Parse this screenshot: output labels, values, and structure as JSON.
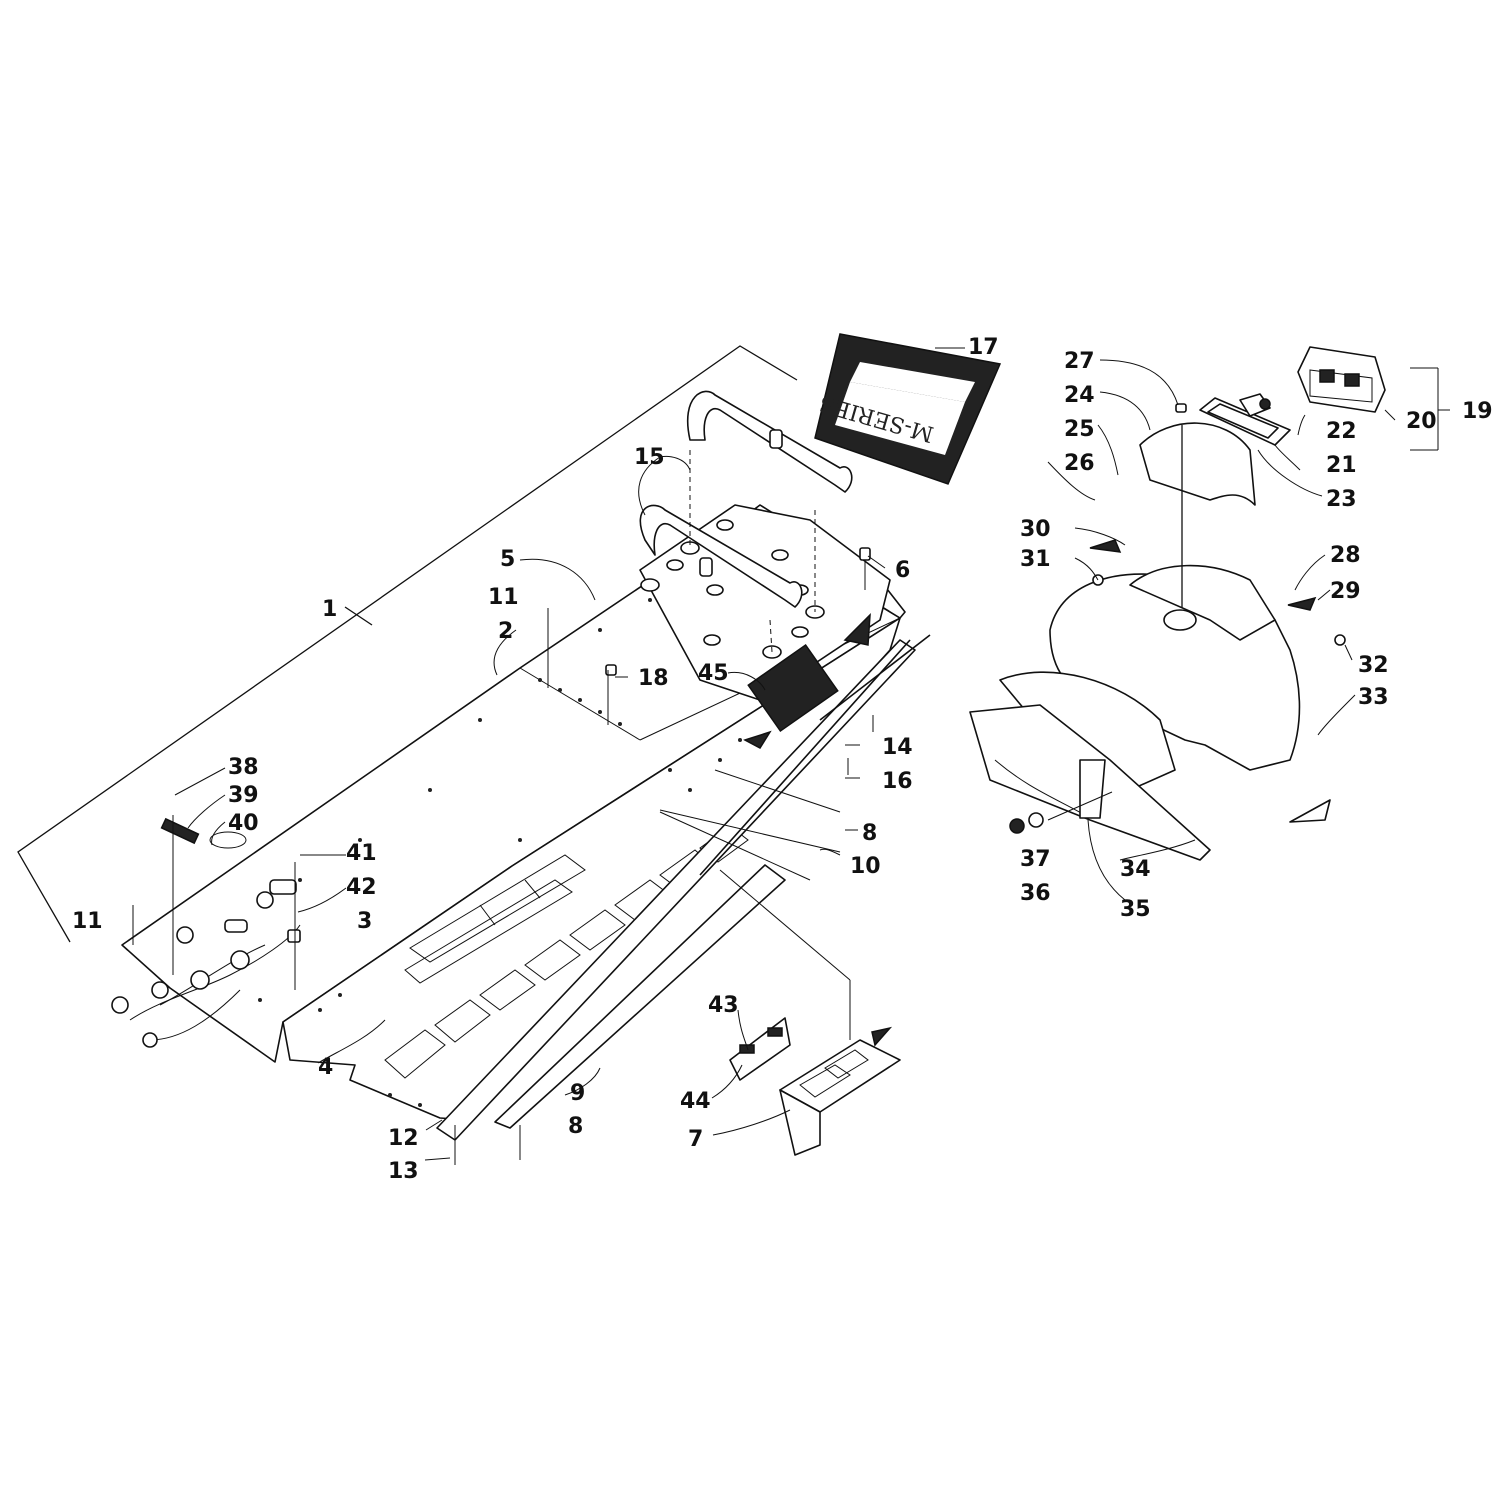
{
  "callouts": [
    "1",
    "2",
    "3",
    "4",
    "5",
    "6",
    "7",
    "8",
    "9",
    "10",
    "11",
    "12",
    "13",
    "14",
    "15",
    "16",
    "17",
    "18",
    "19",
    "20",
    "21",
    "22",
    "23",
    "24",
    "25",
    "26",
    "27",
    "28",
    "29",
    "30",
    "31",
    "32",
    "33",
    "34",
    "35",
    "36",
    "37",
    "38",
    "39",
    "40",
    "41",
    "42",
    "43",
    "44",
    "45"
  ],
  "decal_text": "M-SERIES"
}
